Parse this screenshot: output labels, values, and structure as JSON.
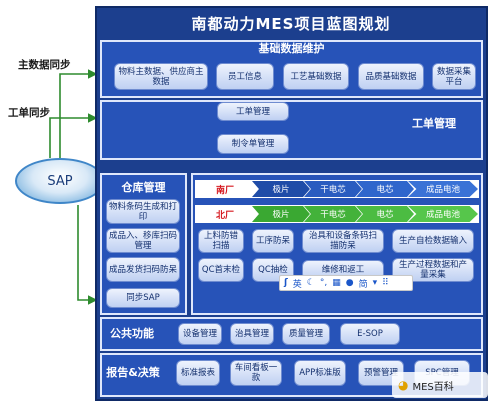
{
  "title": "南都动力MES项目蓝图规划",
  "side_labels": {
    "master_sync": "主数据同步",
    "order_sync": "工单同步"
  },
  "sap": "SAP",
  "basic": {
    "title": "基础数据维护",
    "items": [
      "物料主数据、供应商主数据",
      "员工信息",
      "工艺基础数据",
      "品质基础数据",
      "数据采集平台"
    ]
  },
  "work_order": {
    "label": "工单管理",
    "items": [
      "工单管理",
      "制令单管理"
    ]
  },
  "warehouse": {
    "title": "仓库管理",
    "items": [
      "物料条码生成和打印",
      "成品入、移库扫码管理",
      "成品发货扫码防呆",
      "同步SAP"
    ]
  },
  "flow": {
    "south": {
      "factory": "南厂",
      "steps": [
        "极片",
        "干电芯",
        "电芯",
        "成品电池"
      ]
    },
    "north": {
      "factory": "北厂",
      "steps": [
        "极片",
        "干电芯",
        "电芯",
        "成品电池"
      ]
    }
  },
  "production": {
    "items": [
      "上料防错扫描",
      "工序防呆",
      "治具和设备条码扫描防呆",
      "生产自检数据输入",
      "QC首末检",
      "QC抽检",
      "维修和返工",
      "生产过程数据和产量采集"
    ]
  },
  "common": {
    "title": "公共功能",
    "items": [
      "设备管理",
      "治具管理",
      "质量管理",
      "E-SOP"
    ]
  },
  "report": {
    "title": "报告&决策",
    "items": [
      "标准报表",
      "车间看板一款",
      "APP标准版",
      "预警管理",
      "SPC管理"
    ]
  },
  "ime": {
    "lang": "英",
    "simp": "简"
  },
  "watermark": "MES百科",
  "colors": {
    "frame": "#1c3f8e",
    "section": "#2753b8",
    "accent_green": "#3aa832",
    "accent_red": "#d6181f"
  }
}
